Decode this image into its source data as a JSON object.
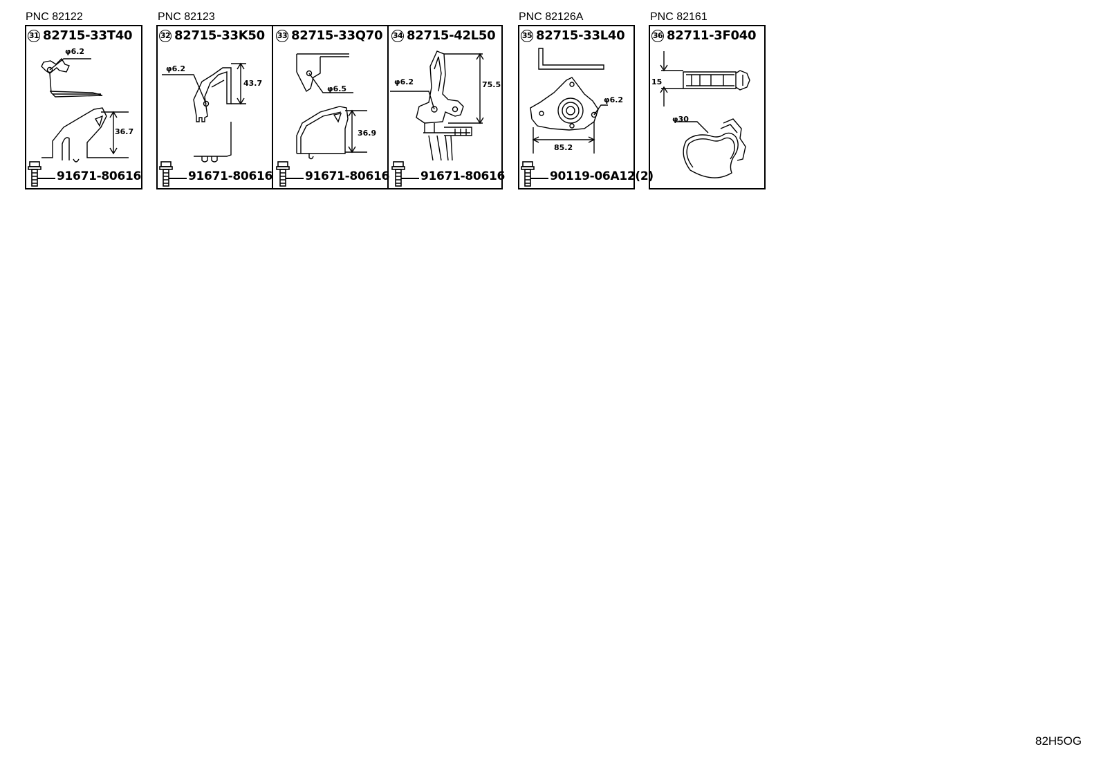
{
  "groups": [
    {
      "pnc": "PNC 82122"
    },
    {
      "pnc": "PNC 82123"
    },
    {
      "pnc": "PNC 82126A"
    },
    {
      "pnc": "PNC 82161"
    }
  ],
  "parts": [
    {
      "num": "31",
      "part_no": "82715-33T40",
      "bolt_no": "91671-80616",
      "dims": [
        "φ6.2",
        "36.7"
      ]
    },
    {
      "num": "32",
      "part_no": "82715-33K50",
      "bolt_no": "91671-80616",
      "dims": [
        "φ6.2",
        "43.7"
      ]
    },
    {
      "num": "33",
      "part_no": "82715-33Q70",
      "bolt_no": "91671-80616",
      "dims": [
        "φ6.5",
        "36.9"
      ]
    },
    {
      "num": "34",
      "part_no": "82715-42L50",
      "bolt_no": "91671-80616",
      "dims": [
        "φ6.2",
        "75.5"
      ]
    },
    {
      "num": "35",
      "part_no": "82715-33L40",
      "bolt_no": "90119-06A12(2)",
      "dims": [
        "85.2",
        "φ6.2"
      ]
    },
    {
      "num": "36",
      "part_no": "82711-3F040",
      "bolt_no": "",
      "dims": [
        "15",
        "φ30"
      ]
    }
  ],
  "diagram_code": "82H5OG"
}
